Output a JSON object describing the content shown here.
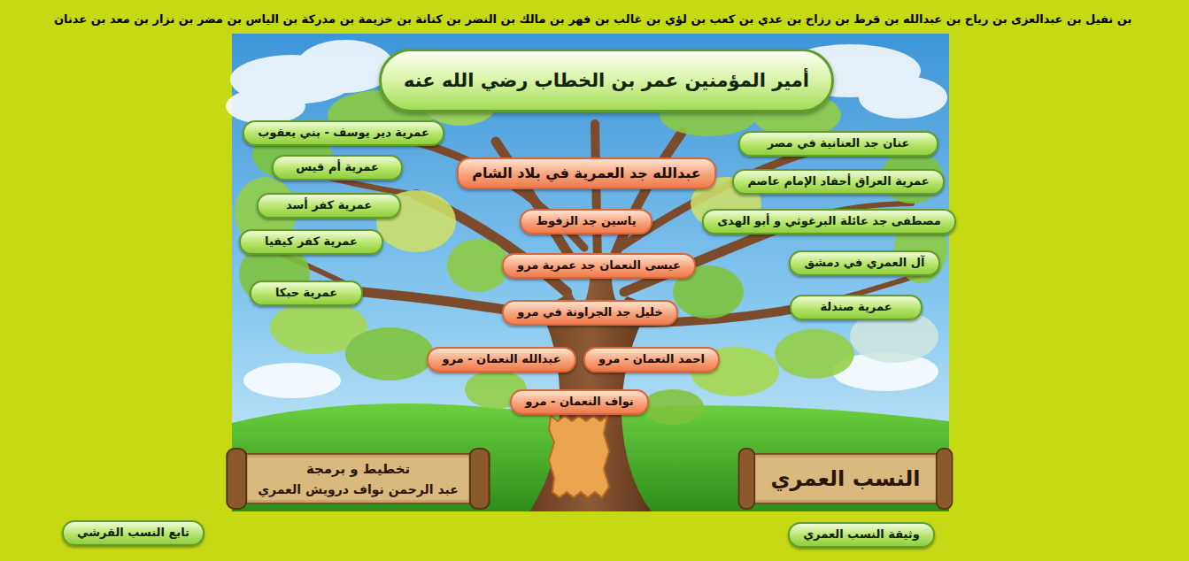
{
  "diagram": {
    "nodes": [
      {
        "text": [
          "أمير المؤمنين عمر بن الخطاب رضي الله عنه"
        ]
      },
      {
        "text": [
          "عنان جد العنانية في مصر"
        ]
      },
      {
        "text": [
          "عمرية العراق أحفاد الإمام عاصم"
        ]
      },
      {
        "text": [
          "مصطفى جد عائلة البرغوثي و أبو الهدى"
        ]
      },
      {
        "text": [
          "آل العمري في دمشق"
        ]
      },
      {
        "text": [
          "عمرية صندلة"
        ]
      },
      {
        "text": [
          "عبدالله جد العمرية في بلاد الشام"
        ]
      },
      {
        "text": [
          "ياسين جد الزفوط"
        ]
      },
      {
        "text": [
          "عيسى النعمان جد عمرية مرو"
        ]
      },
      {
        "text": [
          "خليل جد الجراونة في مرو"
        ]
      },
      {
        "text": [
          "احمد النعمان - مرو"
        ]
      },
      {
        "text": [
          "عبدالله النعمان - مرو"
        ]
      },
      {
        "text": [
          "نواف النعمان - مرو"
        ]
      },
      {
        "text": [
          "عمرية دير يوسف - بني يعقوب"
        ]
      },
      {
        "text": [
          "عمرية أم قيس"
        ]
      },
      {
        "text": [
          "عمرية كفر أسد"
        ]
      },
      {
        "text": [
          "عمرية كفر كيفيا"
        ]
      },
      {
        "text": [
          "عمرية حبكا"
        ]
      },
      {
        "text": [
          "النسب العمري"
        ]
      },
      {
        "text": [
          "تخطيط و برمجة",
          "عبد الرحمن نواف درويش العمري"
        ]
      },
      {
        "text": [
          "وثيقة النسب العمري"
        ]
      },
      {
        "text": [
          "تابع النسب القرشي"
        ]
      }
    ],
    "labels": [
      "بن نفيل بن عبدالعزى بن رياح بن عبدالله بن قرط بن رزاح بن عدي بن كعب بن لؤي بن غالب بن فهر بن مالك بن النضر بن كنانة بن خزيمة بن مدركة بن الياس بن مضر بن نزار بن معد بن عدنان"
    ]
  }
}
